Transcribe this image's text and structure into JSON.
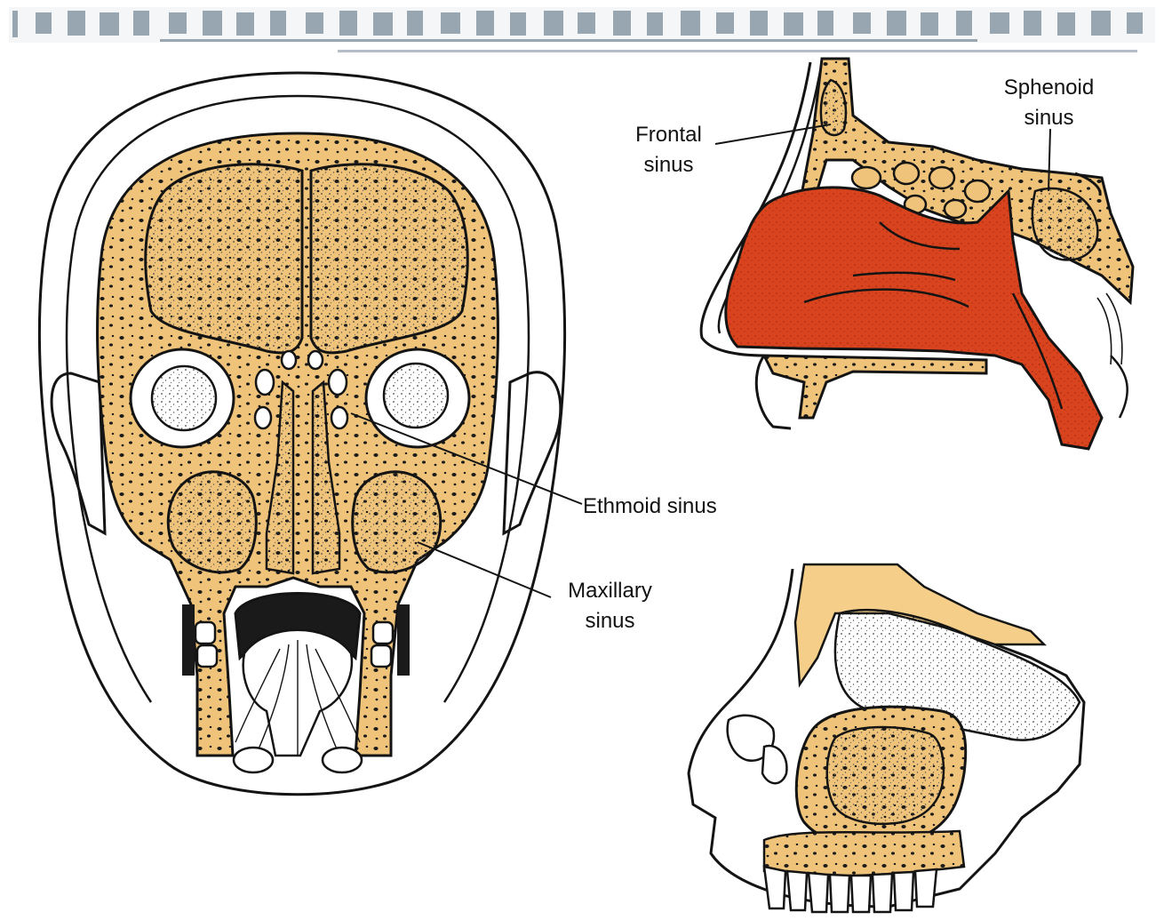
{
  "colors": {
    "bone": "#efc47a",
    "mucosa": "#d9441f",
    "ink": "#141414",
    "paper": "#ffffff"
  },
  "labels": {
    "frontal": {
      "line1": "Frontal",
      "line2": "sinus"
    },
    "sphenoid": {
      "line1": "Sphenoid",
      "line2": "sinus"
    },
    "ethmoid": {
      "line1": "Ethmoid sinus"
    },
    "maxillary": {
      "line1": "Maxillary",
      "line2": "sinus"
    }
  }
}
